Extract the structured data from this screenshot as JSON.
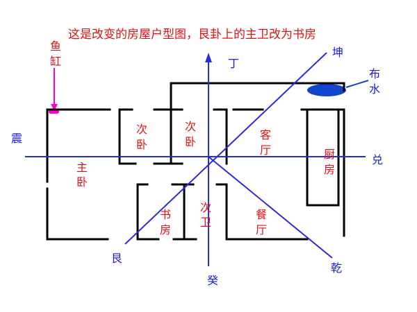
{
  "title": "这是改变的房屋户型图，艮卦上的主卫改为书房",
  "colors": {
    "room_label": "#e01010",
    "direction_label": "#1a1ad6",
    "axis": "#2a2ae0",
    "wall": "#000000",
    "fish_tank": "#ff00cc",
    "water": "#1144cc"
  },
  "rooms": {
    "master_bedroom": [
      "主",
      "卧"
    ],
    "second_bedroom_1": [
      "次",
      "卧"
    ],
    "second_bedroom_2": [
      "次",
      "卧"
    ],
    "living_room": [
      "客",
      "厅"
    ],
    "kitchen": [
      "厨",
      "房"
    ],
    "study": [
      "书",
      "房"
    ],
    "second_bathroom": [
      "次",
      "卫"
    ],
    "dining_room": [
      "餐",
      "厅"
    ]
  },
  "fish_tank": [
    "鱼",
    "缸"
  ],
  "water_feature": [
    "布",
    "水"
  ],
  "directions": {
    "ding": "丁",
    "kun": "坤",
    "zhen": "震",
    "dui": "兑",
    "gen": "艮",
    "gui": "癸",
    "qian": "乾"
  }
}
